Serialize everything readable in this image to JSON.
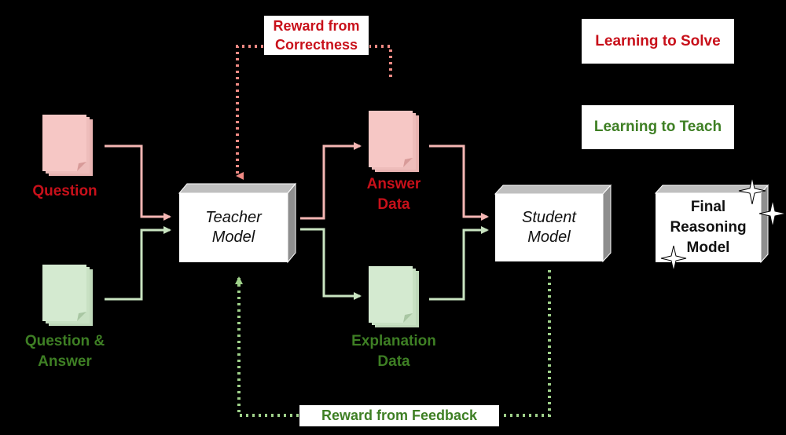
{
  "inputs": {
    "question": "Question",
    "question_answer": "Question &\nAnswer"
  },
  "models": {
    "teacher": "Teacher\nModel",
    "student": "Student\nModel",
    "final": "Final\nReasoning\nModel"
  },
  "data_outputs": {
    "answer": "Answer\nData",
    "explanation": "Explanation\nData"
  },
  "rewards": {
    "correctness": "Reward from\nCorrectness",
    "feedback": "Reward from Feedback"
  },
  "legend": {
    "solve": "Learning to Solve",
    "teach": "Learning to Teach"
  },
  "colors": {
    "background": "#000000",
    "red_text": "#c8101a",
    "green_text": "#3e7f24",
    "red_doc": "#f6c7c5",
    "green_doc": "#d4ead0",
    "red_arrow": "#f4b6b3",
    "green_arrow": "#c9e4c1",
    "red_dotted": "#f08a84",
    "green_dotted": "#9fd18a"
  },
  "icons": {
    "document": "document-icon",
    "sparkle": "sparkle-icon"
  }
}
